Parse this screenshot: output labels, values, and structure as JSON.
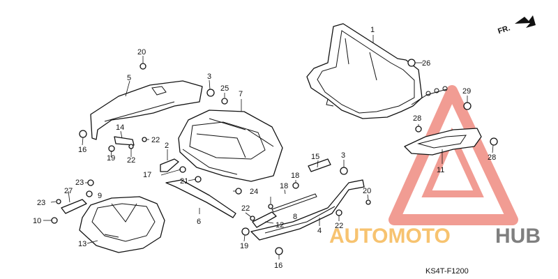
{
  "direction_label": "FR.",
  "diagram_code": "KS4T-F1200",
  "callouts": [
    "1",
    "2",
    "3",
    "3",
    "4",
    "5",
    "6",
    "7",
    "8",
    "9",
    "10",
    "11",
    "12",
    "13",
    "14",
    "15",
    "16",
    "16",
    "17",
    "18",
    "18",
    "19",
    "19",
    "20",
    "20",
    "21",
    "22",
    "22",
    "22",
    "22",
    "23",
    "23",
    "24",
    "25",
    "26",
    "27",
    "28",
    "28",
    "29"
  ],
  "watermark": {
    "part1": "AUTOMOTO",
    "part2": "HUB",
    "color1": "#f5b041",
    "color2": "#555555",
    "triangle_color": "#e74c3c"
  }
}
